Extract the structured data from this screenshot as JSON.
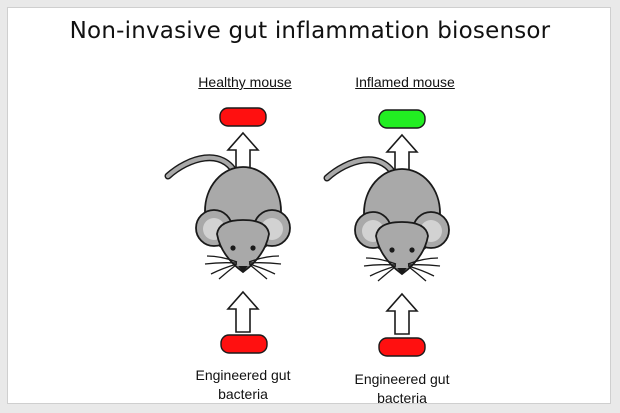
{
  "title": "Non-invasive gut inflammation biosensor",
  "panels": [
    {
      "heading": "Healthy mouse",
      "output_color": "#ff1010",
      "input_color": "#ff1010",
      "input_label_line1": "Engineered gut",
      "input_label_line2": "bacteria"
    },
    {
      "heading": "Inflamed mouse",
      "output_color": "#22ee22",
      "input_color": "#ff1010",
      "input_label_line1": "Engineered gut",
      "input_label_line2": "bacteria"
    }
  ],
  "colors": {
    "mouse_body": "#a9a9a9",
    "mouse_ear_inner": "#d2d2d2",
    "outline": "#1a1a1a"
  },
  "icons": [
    "up-arrow-icon",
    "mouse-icon",
    "bacteria-pill-icon"
  ]
}
